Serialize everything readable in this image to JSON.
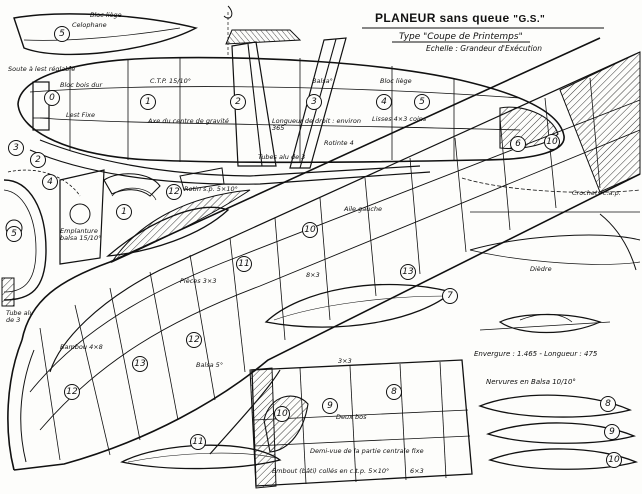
{
  "header": {
    "title_main": "PLANEUR sans queue",
    "title_model": "\"G.S.\"",
    "type_line": "Type \"Coupe de Printemps\"",
    "scale_line": "Echelle : Grandeur d'Exécution"
  },
  "specs": {
    "span_length": "Envergure : 1.465 - Longueur : 475",
    "ribs_note": "Nervures en Balsa 10/10°"
  },
  "annotations": {
    "bloc_liege_top": "Bloc liège",
    "celophane": "Celophane",
    "soute_lest": "Soute à lest réglable",
    "bloc_bois_dur": "Bloc bois dur",
    "lest_fixe": "Lest Fixe",
    "ctp_top": "C.T.P. 15/10°",
    "axe_centre": "Axe du centre de gravité",
    "balsa_label": "Balsa°",
    "longueur_droit": "Longueur de droit : environ 365",
    "bloc_liege_right": "Bloc liège",
    "lisses": "Lisses 4×3 coins",
    "rotinte": "Rotinte 4",
    "tubes_alu": "Tubes alu de 3",
    "rotin": "Rotin s.p. 5×10°",
    "crochets": "Crochets c.a.p.",
    "aile_gauche": "Aile gauche",
    "empl_balsa": "Emplanture balsa 15/10°",
    "tube_alu_de_3": "Tube alu de 3",
    "pieces_3x3": "Pièces 3×3",
    "bord_8x3": "8×3",
    "bambou": "Bambou 4×8",
    "balsa_5": "Balsa 5°",
    "dieedre": "Dièdre",
    "dos_label": "3×3",
    "deux_bos": "Deux bos",
    "demi_vue": "Demi-vue de la partie centrale fixe",
    "embout": "Embout (bâti) collés en c.t.p. 5×10°",
    "bord_6x3": "6×3"
  },
  "numbers": {
    "n5_top": "5",
    "n0": "0",
    "n1": "1",
    "n2": "2",
    "n3": "3",
    "n4": "4",
    "n5": "5",
    "n6": "6",
    "n10_nose": "10",
    "n3_left": "3",
    "n2_left": "2",
    "n4_left": "4",
    "n5_left": "5",
    "n1_left": "1",
    "n12_rotin": "12",
    "n10_wing": "10",
    "n11_wing": "11",
    "n13_rib": "13",
    "n7_rib": "7",
    "n12_lower": "12",
    "n13_lower": "13",
    "n12_left": "12",
    "n11_bottom": "11",
    "n10_tip": "10",
    "n9_center": "9",
    "n8_center": "8",
    "n8_rib": "8",
    "n9_rib": "9",
    "n10_rib": "10"
  }
}
